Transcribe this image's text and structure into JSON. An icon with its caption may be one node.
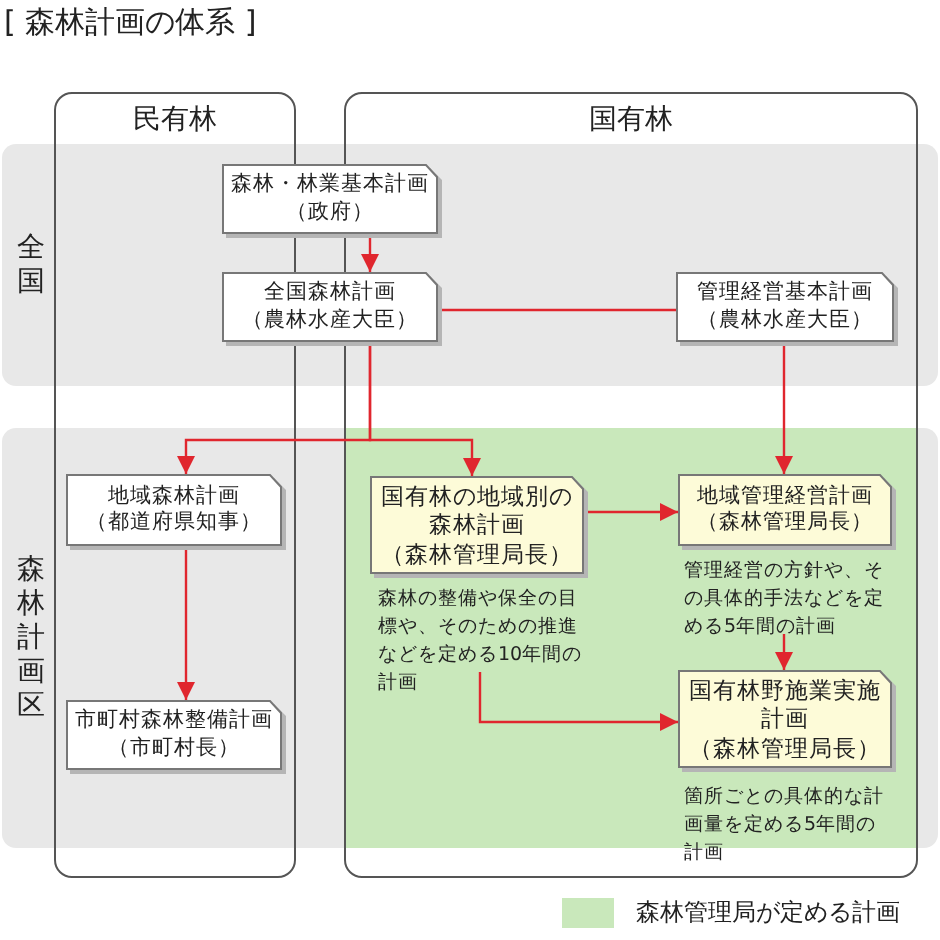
{
  "diagram": {
    "title": "[ 森林計画の体系 ]",
    "nodes": [
      {
        "text": [
          "森林・林業基本計画",
          "（政府）"
        ]
      },
      {
        "text": [
          "全国森林計画",
          "（農林水産大臣）"
        ]
      },
      {
        "text": [
          "管理経営基本計画",
          "（農林水産大臣）"
        ]
      },
      {
        "text": [
          "地域森林計画",
          "（都道府県知事）"
        ]
      },
      {
        "text": [
          "国有林の地域別の森林計画",
          "（森林管理局長）"
        ],
        "beside": [
          "森林の整備や保全の目標や、そのための推進などを定める10年間の計画"
        ]
      },
      {
        "text": [
          "地域管理経営計画",
          "（森林管理局長）"
        ],
        "beside": [
          "管理経営の方針や、その具体的手法などを定める5年間の計画"
        ]
      },
      {
        "text": [
          "市町村森林整備計画",
          "（市町村長）"
        ]
      },
      {
        "text": [
          "国有林野施業実施計画",
          "（森林管理局長）"
        ],
        "beside": [
          "箇所ごとの具体的な計画量を定める5年間の計画"
        ]
      }
    ],
    "edges": [
      {
        "from": 0,
        "to": 1,
        "arrow": "to"
      },
      {
        "from": 1,
        "to": 2,
        "arrow": "none"
      },
      {
        "from": 1,
        "to": 3,
        "arrow": "to"
      },
      {
        "from": 1,
        "to": 4,
        "arrow": "to"
      },
      {
        "from": 2,
        "to": 5,
        "arrow": "to"
      },
      {
        "from": 3,
        "to": 6,
        "arrow": "to"
      },
      {
        "from": 4,
        "to": 5,
        "arrow": "to"
      },
      {
        "from": 5,
        "to": 7,
        "arrow": "to"
      },
      {
        "from": 4,
        "to": 7,
        "arrow": "to"
      }
    ],
    "labels": [
      "民有林",
      "国有林",
      "全国",
      "森林計画区"
    ],
    "legend": [
      {
        "text": "森林管理局が定める計画",
        "color": "#c9e8bb"
      }
    ]
  }
}
